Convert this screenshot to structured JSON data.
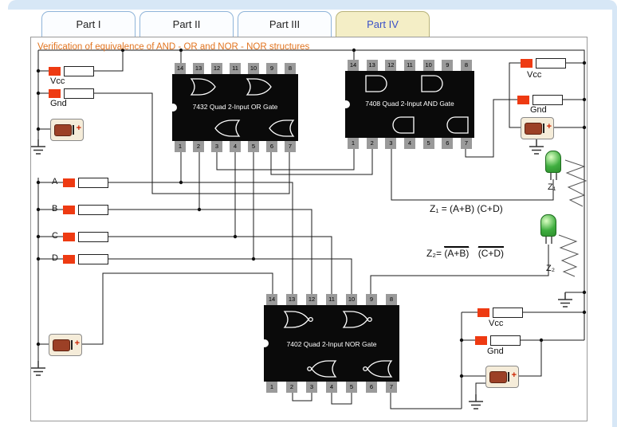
{
  "tabs": [
    {
      "label": "Part I"
    },
    {
      "label": "Part II"
    },
    {
      "label": "Part III"
    },
    {
      "label": "Part IV"
    }
  ],
  "active_tab": "Part IV",
  "canvas": {
    "title": "Verification of equivalence of AND - OR and NOR - NOR structures",
    "chips": [
      {
        "label": "7432 Quad 2-Input OR Gate",
        "top_pins": [
          "14",
          "13",
          "12",
          "11",
          "10",
          "9",
          "8"
        ],
        "bottom_pins": [
          "1",
          "2",
          "3",
          "4",
          "5",
          "6",
          "7"
        ]
      },
      {
        "label": "7408 Quad 2-Input AND Gate",
        "top_pins": [
          "14",
          "13",
          "12",
          "11",
          "10",
          "9",
          "8"
        ],
        "bottom_pins": [
          "1",
          "2",
          "3",
          "4",
          "5",
          "6",
          "7"
        ]
      },
      {
        "label": "7402 Quad 2-Input NOR Gate",
        "top_pins": [
          "14",
          "13",
          "12",
          "11",
          "10",
          "9",
          "8"
        ],
        "bottom_pins": [
          "1",
          "2",
          "3",
          "4",
          "5",
          "6",
          "7"
        ]
      }
    ],
    "power_labels": {
      "vcc_top_left": "Vcc",
      "gnd_top_left": "Gnd",
      "vcc_top_right": "Vcc",
      "gnd_top_right": "Gnd",
      "vcc_bottom_right": "Vcc",
      "gnd_bottom_right": "Gnd"
    },
    "battery_plus": "+",
    "inputs": [
      {
        "label": "A"
      },
      {
        "label": "B"
      },
      {
        "label": "C"
      },
      {
        "label": "D"
      }
    ],
    "outputs": {
      "z1_label": "Z₁",
      "z2_label": "Z₂"
    },
    "equations": {
      "eq1": "Z₁ = (A+B) (C+D)",
      "eq2_prefix": "Z₂= ",
      "eq2_term1": "(A+B)",
      "eq2_term2": "(C+D)"
    },
    "colors": {
      "title_orange": "#e2741f",
      "switch_red": "#ee3a12",
      "led_green": "#3fae3f",
      "tab_active_bg": "#f4eec6",
      "tab_active_text": "#3a50c8",
      "chip_bg": "#0a0a0a",
      "pin_gray": "#9a9a9a",
      "battery_core": "#9c4026",
      "wire_color": "#1a1a1a"
    }
  }
}
